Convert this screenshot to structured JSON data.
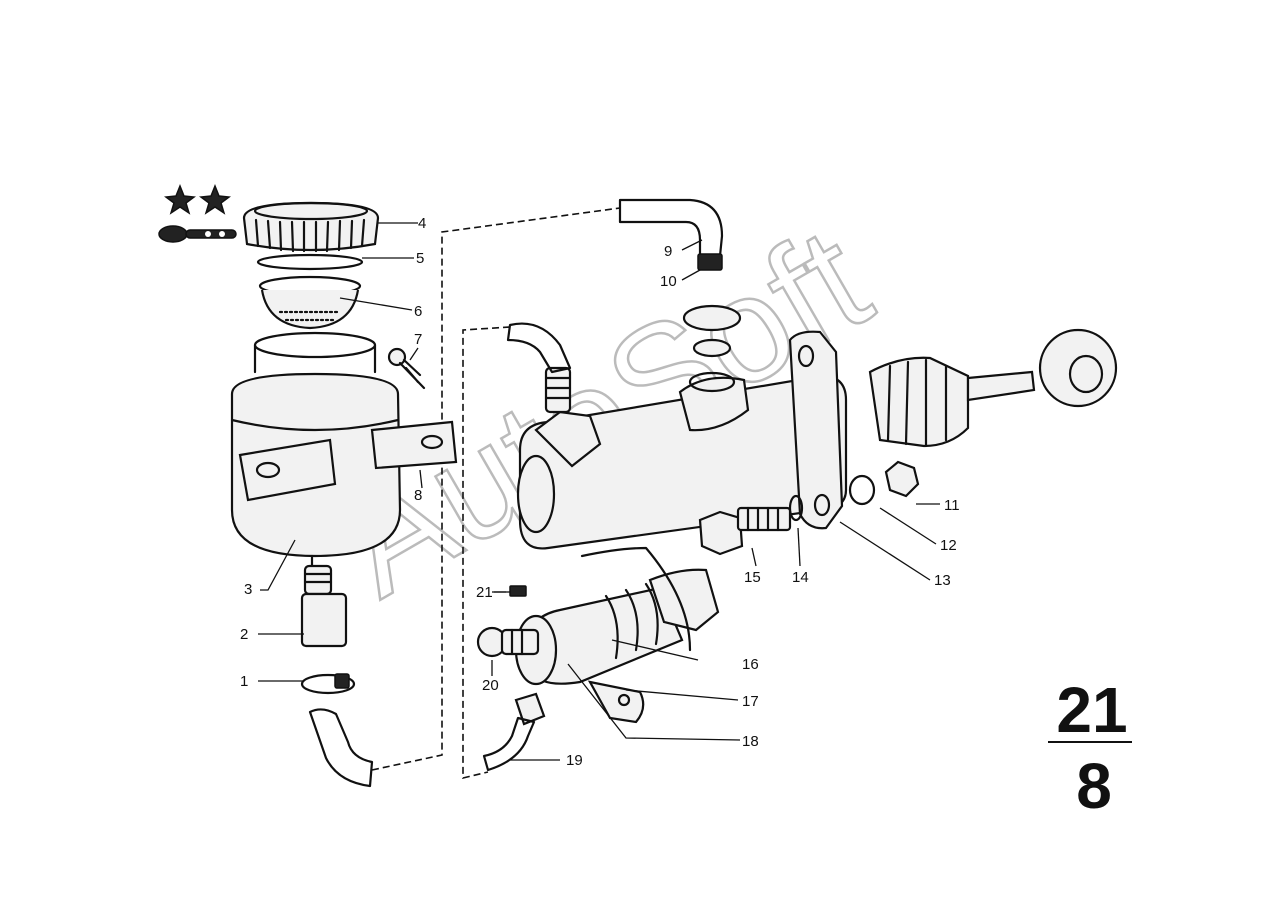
{
  "watermark": "AutoSoft",
  "group_number": {
    "top": "21",
    "bottom": "8"
  },
  "marks": {
    "star_count": 2
  },
  "callouts": [
    {
      "id": "c1",
      "label": "1"
    },
    {
      "id": "c2",
      "label": "2"
    },
    {
      "id": "c3",
      "label": "3"
    },
    {
      "id": "c4",
      "label": "4"
    },
    {
      "id": "c5",
      "label": "5"
    },
    {
      "id": "c6",
      "label": "6"
    },
    {
      "id": "c7",
      "label": "7"
    },
    {
      "id": "c8",
      "label": "8"
    },
    {
      "id": "c9",
      "label": "9"
    },
    {
      "id": "c10",
      "label": "10"
    },
    {
      "id": "c11",
      "label": "11"
    },
    {
      "id": "c12",
      "label": "12"
    },
    {
      "id": "c13",
      "label": "13"
    },
    {
      "id": "c14",
      "label": "14"
    },
    {
      "id": "c15",
      "label": "15"
    },
    {
      "id": "c16",
      "label": "16"
    },
    {
      "id": "c17",
      "label": "17"
    },
    {
      "id": "c18",
      "label": "18"
    },
    {
      "id": "c19",
      "label": "19"
    },
    {
      "id": "c20",
      "label": "20"
    },
    {
      "id": "c21",
      "label": "21"
    }
  ]
}
